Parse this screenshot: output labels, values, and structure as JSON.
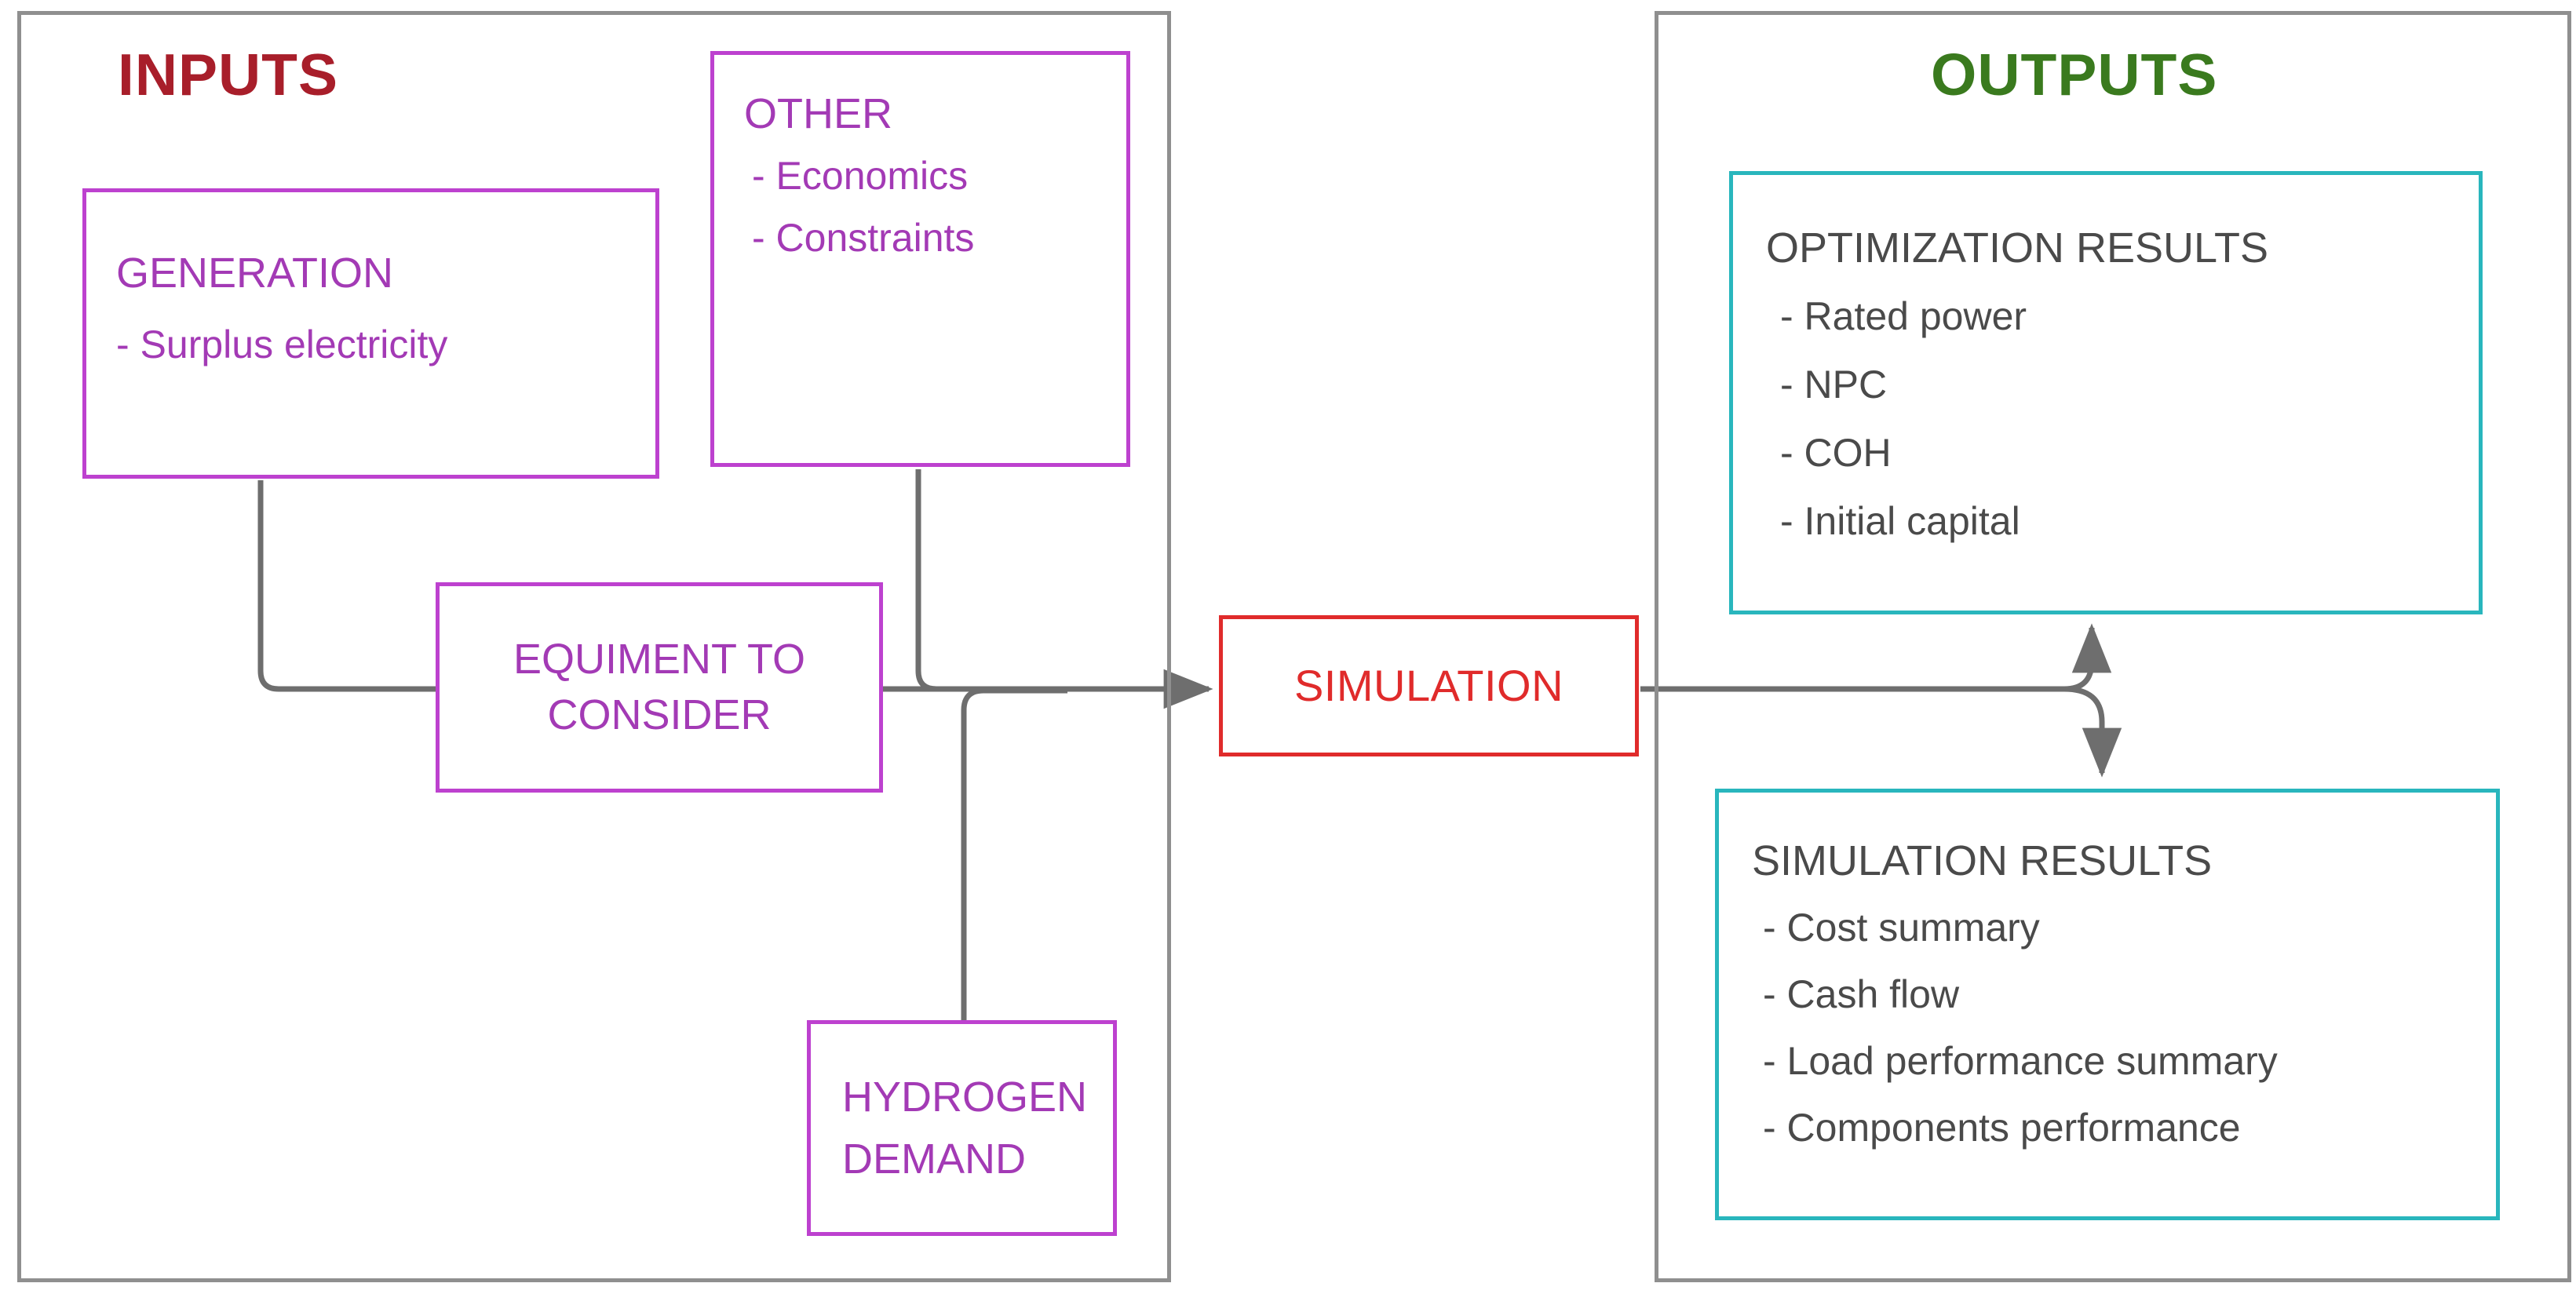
{
  "diagram": {
    "title_inputs": "INPUTS",
    "title_outputs": "OUTPUTS",
    "colors": {
      "inputs_title": "#a81e2a",
      "outputs_title": "#3a7a1e",
      "input_node_border": "#bd41cf",
      "input_node_text": "#a33ab5",
      "simulation_border": "#e02b2b",
      "simulation_text": "#e02b2b",
      "output_node_border": "#29b6bd",
      "output_node_text": "#4a4a4a",
      "panel_border": "#8f8f8f",
      "connector": "#6e6e6e",
      "background": "#ffffff"
    }
  },
  "inputs": {
    "generation": {
      "title": "GENERATION",
      "items": [
        "- Surplus electricity"
      ]
    },
    "other": {
      "title": "OTHER",
      "items": [
        "- Economics",
        "- Constraints"
      ]
    },
    "equipment": {
      "title_line1": "EQUIMENT TO",
      "title_line2": "CONSIDER"
    },
    "hydrogen": {
      "title_line1": "HYDROGEN",
      "title_line2": "DEMAND"
    }
  },
  "process": {
    "simulation": "SIMULATION"
  },
  "outputs": {
    "optimization": {
      "title": "OPTIMIZATION RESULTS",
      "items": [
        "- Rated power",
        "- NPC",
        "- COH",
        "- Initial capital"
      ]
    },
    "simulation_results": {
      "title": "SIMULATION RESULTS",
      "items": [
        "- Cost summary",
        "- Cash flow",
        "- Load performance summary",
        "- Components performance"
      ]
    }
  }
}
